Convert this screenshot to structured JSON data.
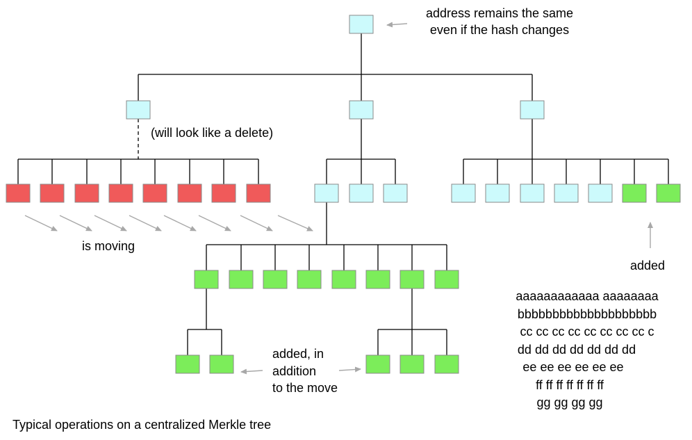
{
  "colors": {
    "node_cyan": "#ccfafc",
    "node_red": "#f05a5a",
    "node_green": "#7ced5a",
    "node_border": "#8a8a8a",
    "line": "#000000",
    "arrow": "#a8a8a8"
  },
  "labels": {
    "address_note": [
      "address remains the same",
      "even if the hash changes"
    ],
    "delete_note": "(will look like a delete)",
    "moving_note": "is moving",
    "added_note": "added",
    "added_move_note": [
      "added, in",
      "addition",
      "to the move"
    ],
    "caption": "Typical operations on a centralized Merkle tree"
  },
  "filler_text": [
    "aaaaaaaaaaaa aaaaaaaa",
    "bbbbbbbbbbbbbbbbbbbb",
    "cc cc cc cc cc cc cc cc c",
    "dd dd dd dd dd dd dd",
    "ee ee ee ee ee ee",
    "ff ff ff ff ff ff ff",
    "gg gg gg gg"
  ]
}
